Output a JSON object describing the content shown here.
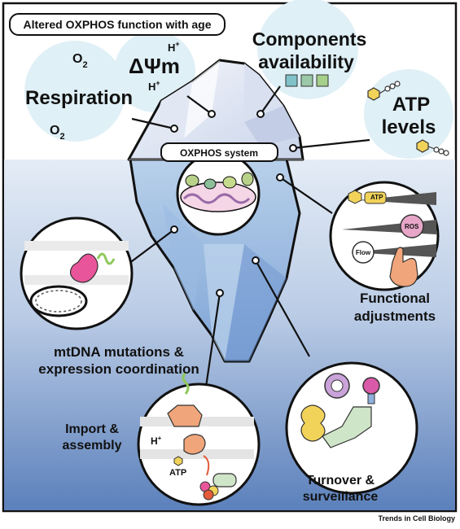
{
  "title": "Altered OXPHOS function with age",
  "labels": {
    "respiration": "Respiration",
    "o2_a": "O",
    "o2_b": "O",
    "o2_sub": "2",
    "dpsi": "ΔΨm",
    "h_plus": "H",
    "plus": "+",
    "components_1": "Components",
    "components_2": "availability",
    "atp_levels_1": "ATP",
    "atp_levels_2": "levels",
    "oxphos_system": "OXPHOS system",
    "functional_1": "Functional",
    "functional_2": "adjustments",
    "mtdna_1": "mtDNA mutations &",
    "mtdna_2": "expression coordination",
    "import_1": "Import &",
    "import_2": "assembly",
    "turnover_1": "Turnover &",
    "turnover_2": "surveillance",
    "atp_tag": "ATP",
    "ros_tag": "ROS",
    "flow_tag": "Flow",
    "import_h": "H",
    "import_atp": "ATP"
  },
  "credit": "Trends in Cell Biology",
  "colors": {
    "sky": "#ffffff",
    "sea_top": "#dbe6f3",
    "sea_bottom": "#5d82bd",
    "bubble": "#dff0f6",
    "ice_light": "#e8ecf6",
    "ice_mid": "#c5d6ec",
    "ice_under": "#8fb0dc",
    "square_teal": "#7fc2c8",
    "square_sea": "#9bc9a8",
    "square_green": "#a6cf8a",
    "atp_yellow": "#f2d35a",
    "pink": "#e9559a",
    "orange": "#f0a57a",
    "green": "#8fc85a"
  },
  "icons": [
    "iceberg-icon",
    "mitochondrion-icon",
    "atp-molecule-icon",
    "ros-icon",
    "hand-pointer-icon",
    "mtdna-circle-icon",
    "proteasome-icon",
    "chaperone-icon"
  ]
}
